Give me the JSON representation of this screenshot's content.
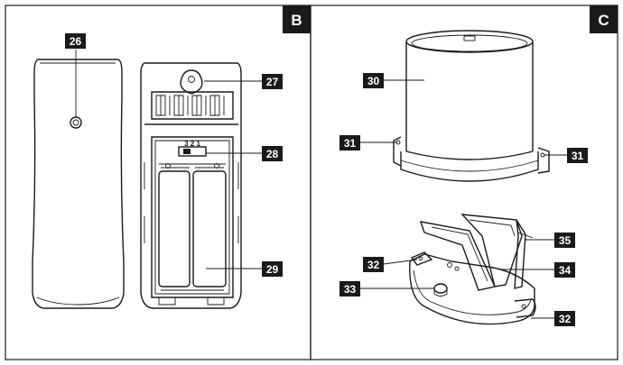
{
  "panels": [
    {
      "letter": "B"
    },
    {
      "letter": "C"
    }
  ],
  "callouts": {
    "c26": "26",
    "c27": "27",
    "c28": "28",
    "c29": "29",
    "c30": "30",
    "c31a": "31",
    "c31b": "31",
    "c32a": "32",
    "c32b": "32",
    "c33": "33",
    "c34": "34",
    "c35": "35"
  },
  "switch_label": "3 2 1"
}
